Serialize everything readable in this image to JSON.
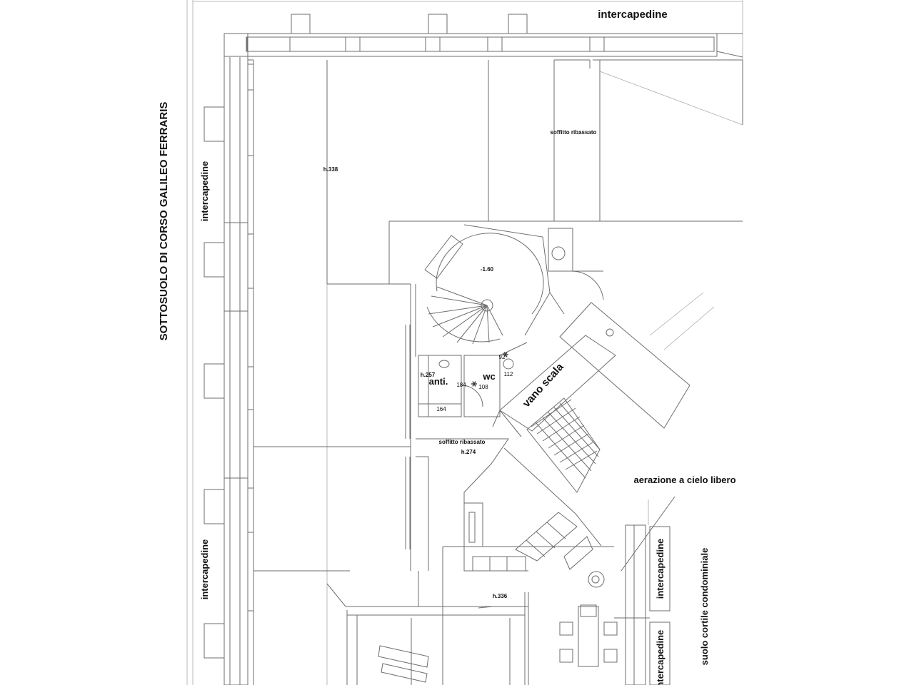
{
  "labels": {
    "intercapedine_top": "intercapedine",
    "intercapedine_left_1": "intercapedine",
    "intercapedine_left_2": "intercapedine",
    "intercapedine_right_1": "intercapedine",
    "intercapedine_right_2": "intercapedine",
    "street": "SOTTOSUOLO  DI CORSO GALILEO FERRARIS",
    "courtyard": "suolo cortile condominiale",
    "soffitto_top": "soffitto ribassato",
    "soffitto_mid": "soffitto ribassato",
    "h338": "h.338",
    "level": "-1.60",
    "h257": "h.257",
    "anti": "anti.",
    "wc": "wc",
    "d92": "92",
    "d112": "112",
    "d184a": "184",
    "d108": "108",
    "d164": "164",
    "vano_scala": "vano scala",
    "h274": "h.274",
    "aerazione": "aerazione a cielo libero",
    "h336": "h.336"
  }
}
